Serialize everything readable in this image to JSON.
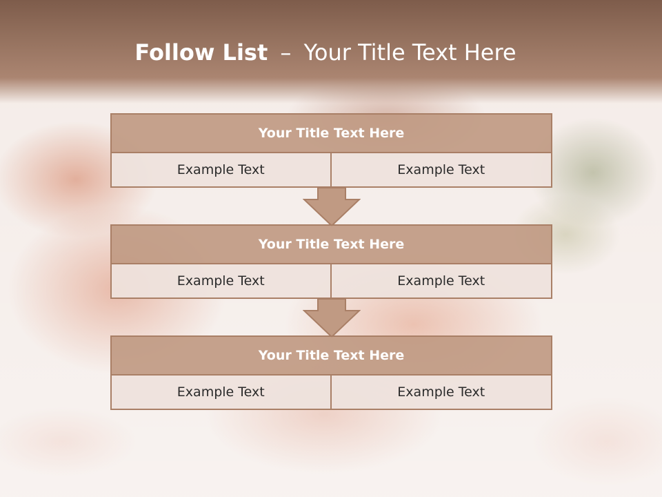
{
  "slide": {
    "title_bold": "Follow List",
    "title_sep": "–",
    "title_rest": "Your Title Text Here"
  },
  "blocks": [
    {
      "title": "Your Title Text Here",
      "left": "Example Text",
      "right": "Example Text"
    },
    {
      "title": "Your Title Text Here",
      "left": "Example Text",
      "right": "Example Text"
    },
    {
      "title": "Your Title Text Here",
      "left": "Example Text",
      "right": "Example Text"
    }
  ],
  "colors": {
    "header": "#8b6a58",
    "block_title_fill": "#c09a83",
    "block_border": "#a97f66",
    "cell_fill": "#eee2dd",
    "arrow_fill": "#c09a83"
  },
  "icons": [
    "down-arrow-icon",
    "down-arrow-icon"
  ]
}
